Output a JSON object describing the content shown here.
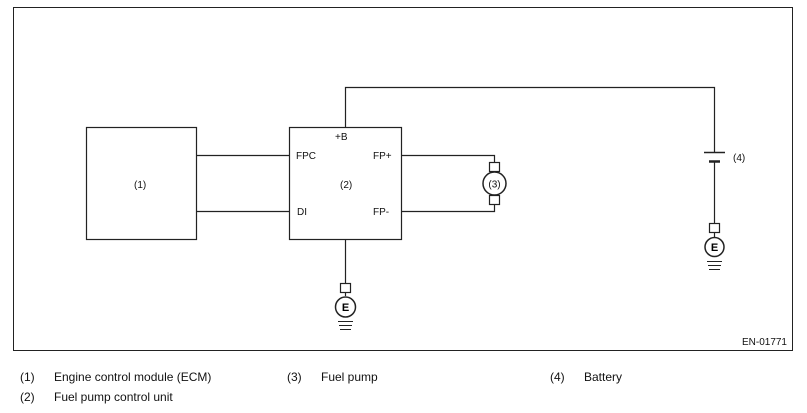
{
  "diagram": {
    "ecm_label": "(1)",
    "control_unit_label": "(2)",
    "pump_label": "(3)",
    "battery_label": "(4)",
    "pin_plus_b": "+B",
    "pin_fpc": "FPC",
    "pin_di": "DI",
    "pin_fp_plus": "FP+",
    "pin_fp_minus": "FP-",
    "ground_symbol": "E",
    "code": "EN-01771"
  },
  "legend": [
    {
      "num": "(1)",
      "text": "Engine control module (ECM)"
    },
    {
      "num": "(2)",
      "text": "Fuel pump control unit"
    },
    {
      "num": "(3)",
      "text": "Fuel pump"
    },
    {
      "num": "(4)",
      "text": "Battery"
    }
  ]
}
